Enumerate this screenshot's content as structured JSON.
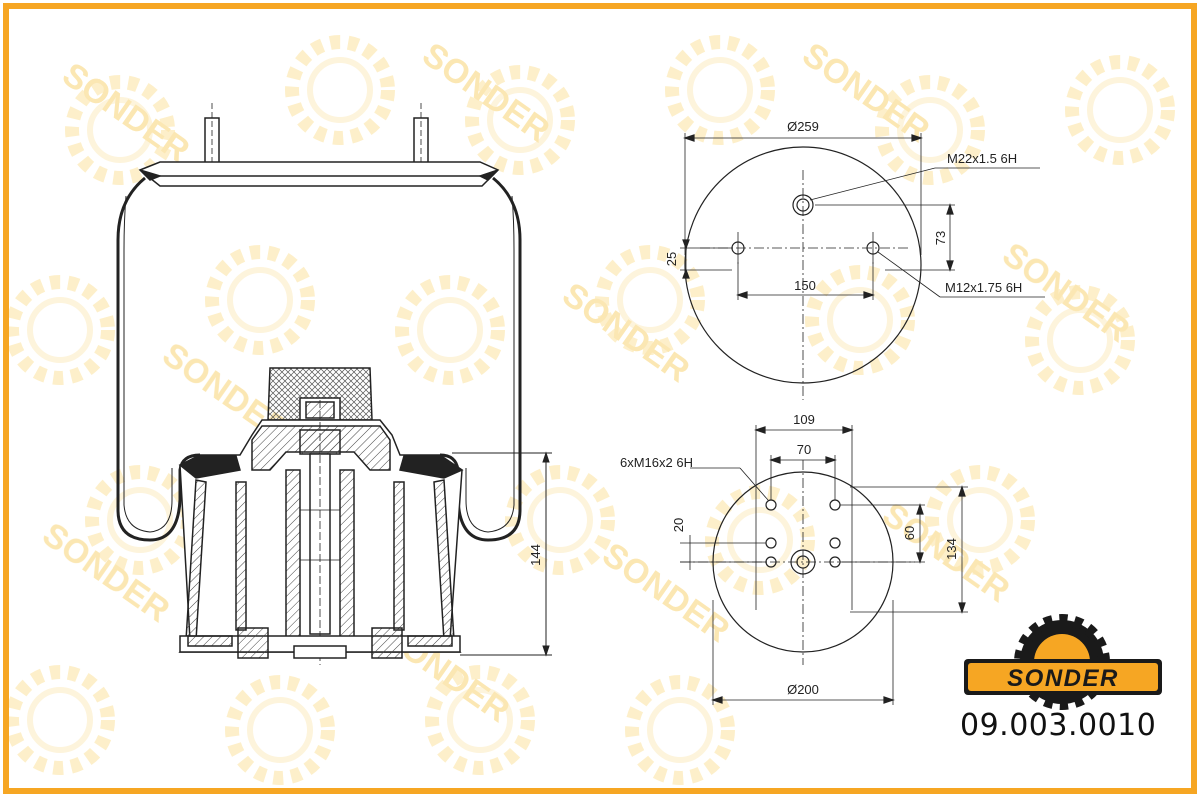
{
  "colors": {
    "frame": "#f6a623",
    "watermark": "#fdf1d0",
    "watermark_text": "#f8e2a4",
    "logo_fill": "#f6a623",
    "logo_dark": "#1a1a1a",
    "line": "#222222"
  },
  "watermark_text": "SONDER",
  "brand": {
    "logo_text": "SONDER",
    "part_number": "09.003.0010"
  },
  "top_view": {
    "diameter_label": "Ø259",
    "center_thread_label": "M22x1.5 6H",
    "side_thread_label": "M12x1.75 6H",
    "dim_150": "150",
    "dim_73": "73",
    "dim_25": "25"
  },
  "bottom_view": {
    "diameter_label": "Ø200",
    "thread_label": "6xM16x2 6H",
    "dim_109": "109",
    "dim_70": "70",
    "dim_20": "20",
    "dim_60": "60",
    "dim_134": "134"
  },
  "side_view": {
    "height_label": "144"
  }
}
